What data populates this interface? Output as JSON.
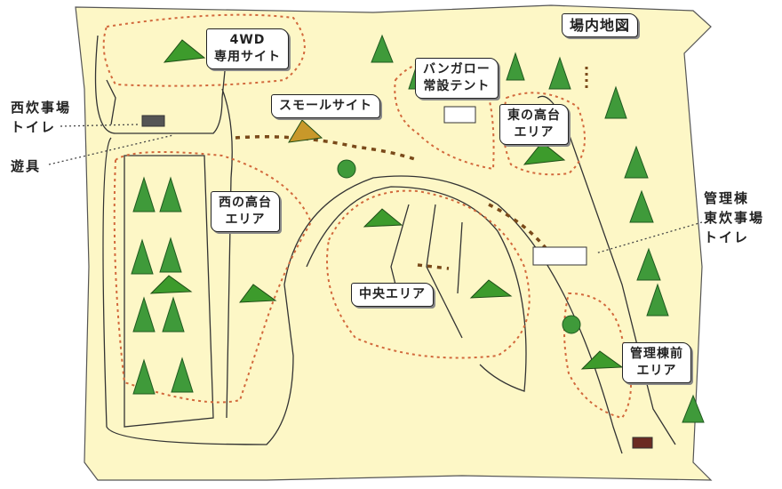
{
  "title": "場内地図",
  "areas": {
    "fourwd": [
      "4WD",
      "専用サイト"
    ],
    "small": "スモールサイト",
    "bungalow": [
      "バンガロー",
      "常設テント"
    ],
    "east": [
      "東の高台",
      "エリア"
    ],
    "west": [
      "西の高台",
      "エリア"
    ],
    "center": "中央エリア",
    "office_front": [
      "管理棟前",
      "エリア"
    ]
  },
  "facilities": {
    "west_kitchen": [
      "西炊事場",
      "トイレ"
    ],
    "playground": "遊具",
    "office": [
      "管理棟",
      "東炊事場",
      "トイレ"
    ]
  },
  "colors": {
    "paper": "#fdf7c6",
    "route": "#d2693c",
    "road": "#333333",
    "tree": "#3f9a3a",
    "tent": "#3d9b2c"
  }
}
